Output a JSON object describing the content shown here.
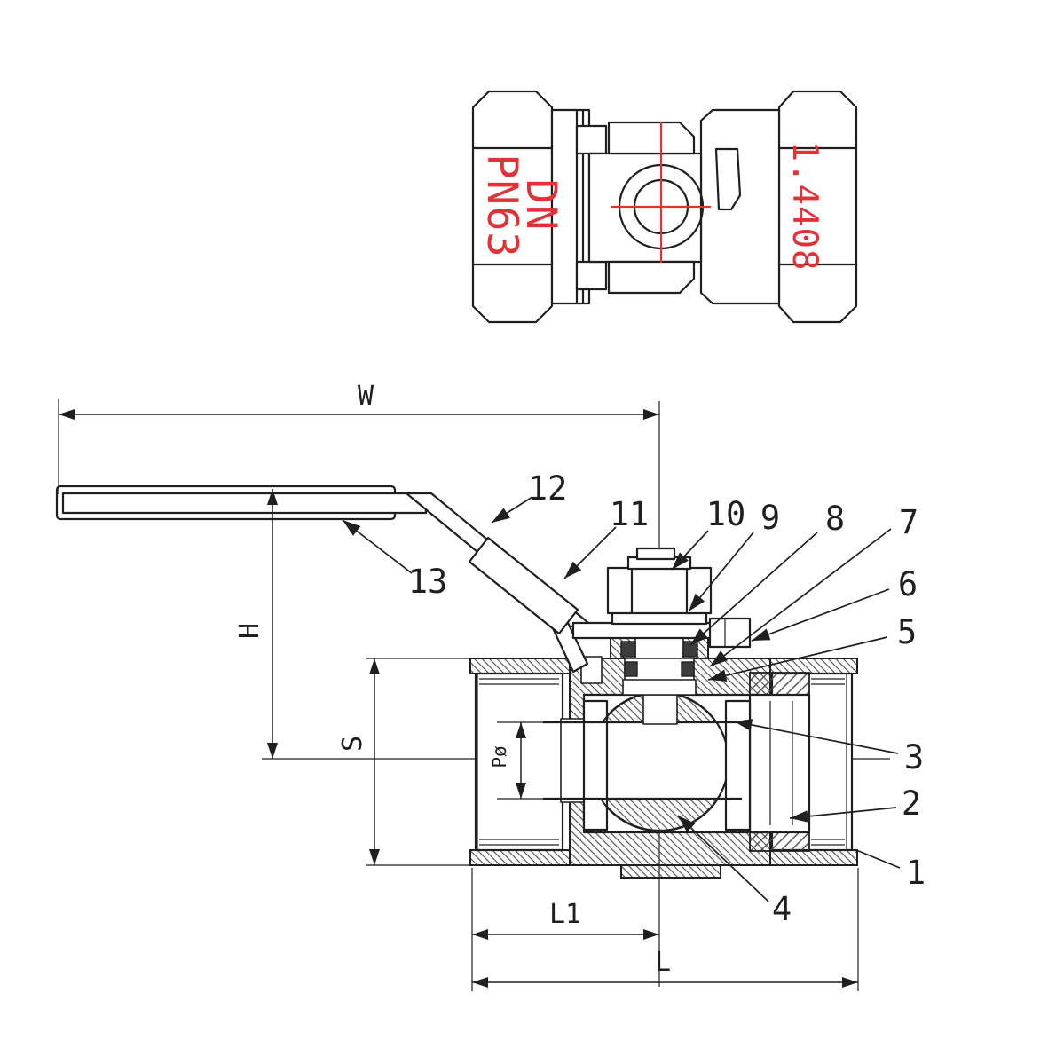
{
  "top_view": {
    "marking_dn": "DN",
    "marking_pn": "PN63",
    "marking_grade": "1.4408"
  },
  "section_view": {
    "dimensions": {
      "handle_width": "W",
      "height": "H",
      "body_od": "S",
      "bore": "Pø",
      "port_depth": "L1",
      "length": "L"
    },
    "callouts": {
      "c1": "1",
      "c2": "2",
      "c3": "3",
      "c4": "4",
      "c5": "5",
      "c6": "6",
      "c7": "7",
      "c8": "8",
      "c9": "9",
      "c10": "10",
      "c11": "11",
      "c12": "12",
      "c13": "13"
    }
  },
  "colors": {
    "line": "#1f1f1f",
    "red": "#e03237",
    "hatchc": "#4a4a4a",
    "packing": "#3c3c3c",
    "background": "#ffffff"
  }
}
